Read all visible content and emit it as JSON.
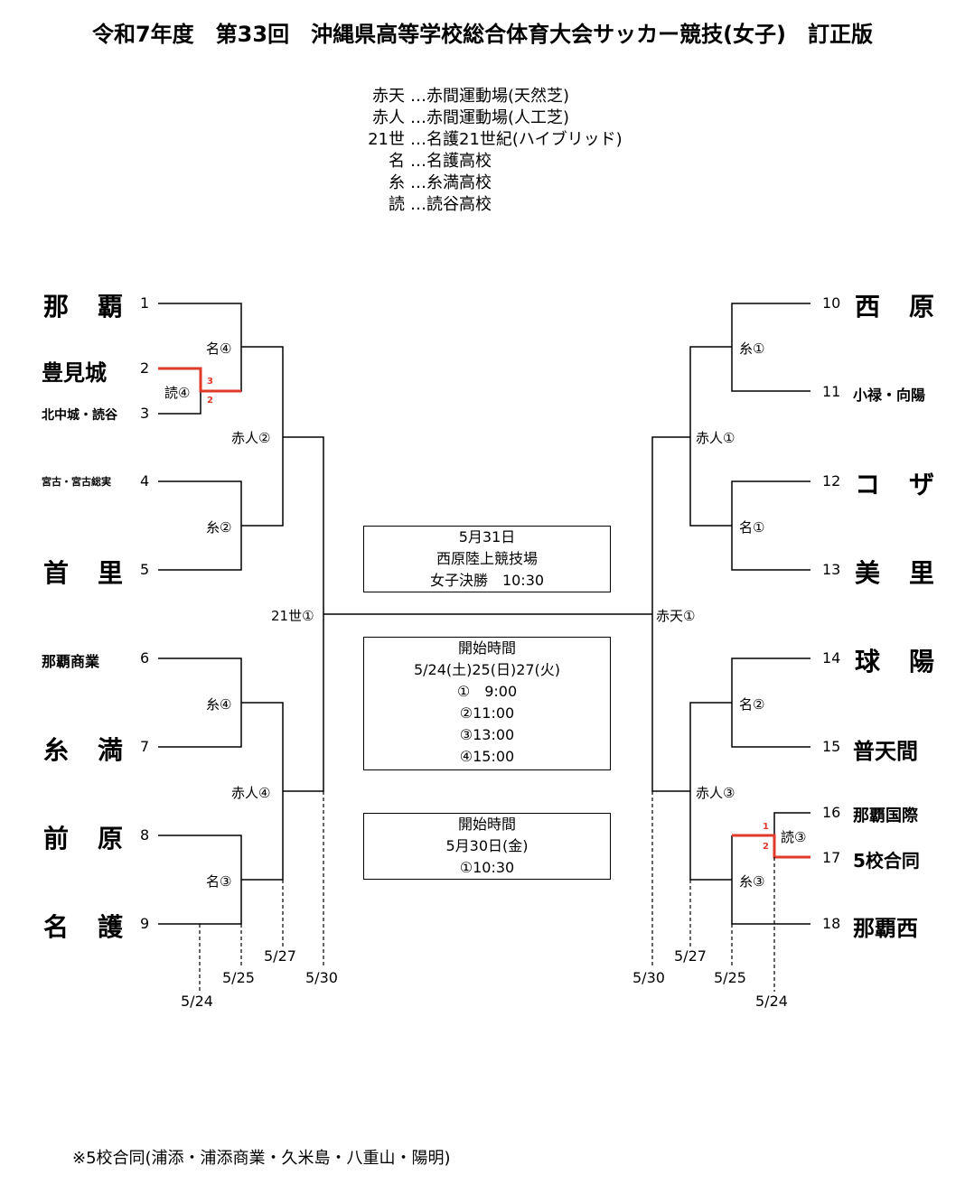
{
  "title": "令和7年度　第33回　沖縄県高等学校総合体育大会サッカー競技(女子)　訂正版",
  "legend": [
    {
      "abbr": "赤天",
      "desc": "…赤間運動場(天然芝)"
    },
    {
      "abbr": "赤人",
      "desc": "…赤間運動場(人工芝)"
    },
    {
      "abbr": "21世",
      "desc": "…名護21世紀(ハイブリッド)"
    },
    {
      "abbr": "名",
      "desc": "…名護高校"
    },
    {
      "abbr": "糸",
      "desc": "…糸満高校"
    },
    {
      "abbr": "読",
      "desc": "…読谷高校"
    }
  ],
  "teams_left": [
    {
      "seed": "1",
      "name": "那　覇"
    },
    {
      "seed": "2",
      "name": "豊見城"
    },
    {
      "seed": "3",
      "name": "北中城・読谷"
    },
    {
      "seed": "4",
      "name": "宮古・宮古総実"
    },
    {
      "seed": "5",
      "name": "首　里"
    },
    {
      "seed": "6",
      "name": "那覇商業"
    },
    {
      "seed": "7",
      "name": "糸　満"
    },
    {
      "seed": "8",
      "name": "前　原"
    },
    {
      "seed": "9",
      "name": "名　護"
    }
  ],
  "teams_right": [
    {
      "seed": "10",
      "name": "西　原"
    },
    {
      "seed": "11",
      "name": "小禄・向陽"
    },
    {
      "seed": "12",
      "name": "コ　ザ"
    },
    {
      "seed": "13",
      "name": "美　里"
    },
    {
      "seed": "14",
      "name": "球　陽"
    },
    {
      "seed": "15",
      "name": "普天間"
    },
    {
      "seed": "16",
      "name": "那覇国際"
    },
    {
      "seed": "17",
      "name": "5校合同"
    },
    {
      "seed": "18",
      "name": "那覇西"
    }
  ],
  "venues_left": [
    "読④",
    "名④",
    "赤人②",
    "糸②",
    "21世①",
    "糸④",
    "赤人④",
    "名③"
  ],
  "venues_right": [
    "糸①",
    "赤人①",
    "名①",
    "赤天①",
    "名②",
    "赤人③",
    "読③",
    "糸③"
  ],
  "scores": {
    "left_top": "3",
    "left_bottom": "2",
    "right_top": "1",
    "right_bottom": "2"
  },
  "dates_left": [
    "5/27",
    "5/25",
    "5/30",
    "5/24"
  ],
  "dates_right": [
    "5/27",
    "5/30",
    "5/25",
    "5/24"
  ],
  "final_box": {
    "date": "5月31日",
    "venue": "西原陸上競技場",
    "match": "女子決勝　10:30"
  },
  "start_box1": {
    "title": "開始時間",
    "days": "5/24(土)25(日)27(火)",
    "t1": "①　9:00",
    "t2": "②11:00",
    "t3": "③13:00",
    "t4": "④15:00"
  },
  "start_box2": {
    "title": "開始時間",
    "day": "5月30日(金)",
    "t1": "①10:30"
  },
  "footnote": "※5校合同(浦添・浦添商業・久米島・八重山・陽明)",
  "colors": {
    "line": "#000000",
    "winner": "#e03a2a"
  }
}
